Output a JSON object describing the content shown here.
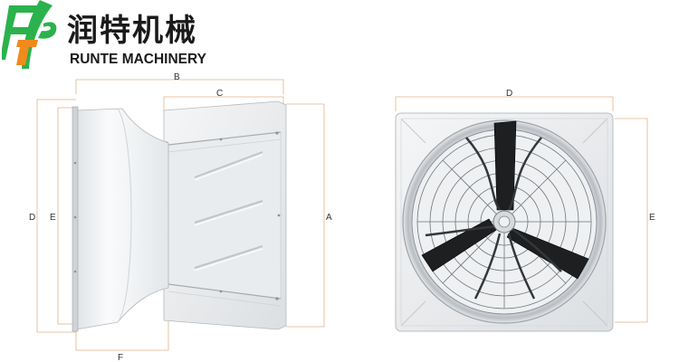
{
  "brand": {
    "name_cn": "润特机械",
    "name_en": "RUNTE MACHINERY",
    "logo_icon": "runte-logo-icon",
    "colors": {
      "green": "#2bb24c",
      "orange": "#f08a1c",
      "dim_line": "#e2b48a"
    }
  },
  "side_view": {
    "labels": {
      "a": "A",
      "b": "B",
      "c": "C",
      "d": "D",
      "e": "E",
      "f": "F"
    }
  },
  "front_view": {
    "labels": {
      "d": "D",
      "e": "E"
    },
    "blade_count": 3
  }
}
